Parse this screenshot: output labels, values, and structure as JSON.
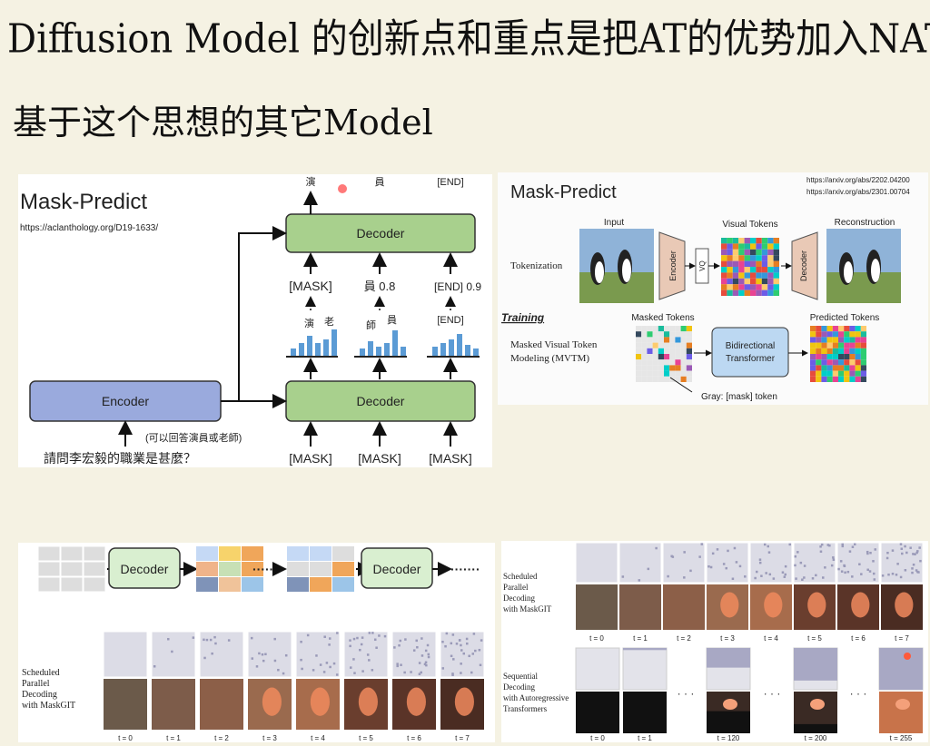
{
  "handwriting": {
    "line1": "Diffusion Model 的创新点和重点是把AT的优势加入NAT",
    "line2": "基于这个思想的其它Model"
  },
  "panel1": {
    "title": "Mask-Predict",
    "url": "https://aclanthology.org/D19-1633/",
    "encoder": "Encoder",
    "decoder_top": "Decoder",
    "decoder_bottom": "Decoder",
    "question": "請問李宏毅的職業是甚麼？",
    "hint": "(可以回答演員或老師)",
    "out": [
      "演",
      "員",
      "[END]"
    ],
    "mid": [
      "[MASK]",
      "員 0.8",
      "[END] 0.9"
    ],
    "mid_under": [
      "",
      "",
      "[END]"
    ],
    "cand": [
      [
        "演",
        "老"
      ],
      [
        "師",
        "員"
      ],
      [
        "",
        ""
      ]
    ],
    "inputs": [
      "[MASK]",
      "[MASK]",
      "[MASK]"
    ],
    "colors": {
      "encoder": "#9aaadd",
      "decoder": "#a8d08d"
    }
  },
  "panel2": {
    "title": "Mask-Predict",
    "urls": [
      "https://arxiv.org/abs/2202.04200",
      "https://arxiv.org/abs/2301.00704"
    ],
    "input": "Input",
    "visual_tokens": "Visual Tokens",
    "reconstruction": "Reconstruction",
    "tokenization": "Tokenization",
    "encoder": "Encoder",
    "vq": "VQ",
    "decoder": "Decoder",
    "training": "Training",
    "masked_tokens": "Masked Tokens",
    "predicted_tokens": "Predicted Tokens",
    "mvtm_1": "Masked Visual Token",
    "mvtm_2": "Modeling (MVTM)",
    "bidir_1": "Bidirectional",
    "bidir_2": "Transformer",
    "gray_note": "Gray: [mask] token"
  },
  "panel3": {
    "decoder_1": "Decoder",
    "decoder_2": "Decoder",
    "dots": "·······",
    "label": [
      "Scheduled",
      "Parallel",
      "Decoding",
      "with MaskGIT"
    ],
    "steps": [
      "t = 0",
      "t = 1",
      "t = 2",
      "t = 3",
      "t = 4",
      "t = 5",
      "t = 6",
      "t = 7"
    ]
  },
  "panel4": {
    "label_top": [
      "Scheduled",
      "Parallel",
      "Decoding",
      "with MaskGIT"
    ],
    "label_bottom": [
      "Sequential",
      "Decoding",
      "with Autoregressive",
      "Transformers"
    ],
    "steps_top": [
      "t = 0",
      "t = 1",
      "t = 2",
      "t = 3",
      "t = 4",
      "t = 5",
      "t = 6",
      "t = 7"
    ],
    "steps_bottom": [
      "t = 0",
      "t = 1",
      "t = 120",
      "t = 200",
      "t = 255"
    ],
    "ellipsis": "· · ·"
  }
}
